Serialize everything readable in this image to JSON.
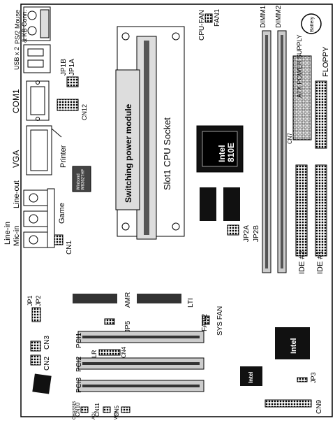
{
  "labels": {
    "ps2": "PS/2 Mouse\n& KB Conn.",
    "usb": "USB x 2",
    "jp1b": "JP1B",
    "jp1a": "JP1A",
    "com1": "COM1",
    "cn12": "CN12",
    "vga": "VGA",
    "printer": "Printer",
    "winbond": "Winbond\nW83627HF",
    "lineout": "Line-out",
    "linein": "Line-in",
    "micin": "Mic-in",
    "game": "Game",
    "cn1": "CN1",
    "cpufan": "CPU-FAN",
    "fan1": "FAN1",
    "switching": "Switching  power module",
    "slot1": "Slot1 CPU Socket",
    "intel810e": "Intel\n810E",
    "jp2a": "JP2A",
    "jp2b": "JP2B",
    "dimm1": "DIMM1",
    "dimm2": "DIMM2",
    "battery": "Battery",
    "atx": "ATX POWER SUPPLY",
    "floppy": "FLOPPY",
    "cn7": "CN7",
    "ide2": "IDE #2",
    "ide1": "IDE #1",
    "jp1": "JP1",
    "jp2": "JP2",
    "amr": "AMR",
    "lti": "LTI",
    "jp5": "JP5",
    "fan2": "FAN2",
    "sysfan": "SYS FAN",
    "cn2": "CN2",
    "cn3": "CN3",
    "pci1": "PCI1",
    "pci2": "PCI2",
    "pci3": "PCI3",
    "lr": "LR",
    "cn4": "CN4",
    "intel_chip": "Intel",
    "intel_small": "Intel",
    "jp3": "JP3",
    "cn9": "CN9",
    "cn10": "CN10",
    "cn11": "CN11",
    "cn5": "CN5",
    "chassis": "CHASSIS",
    "aol": "AOL",
    "wol": "WOL"
  }
}
